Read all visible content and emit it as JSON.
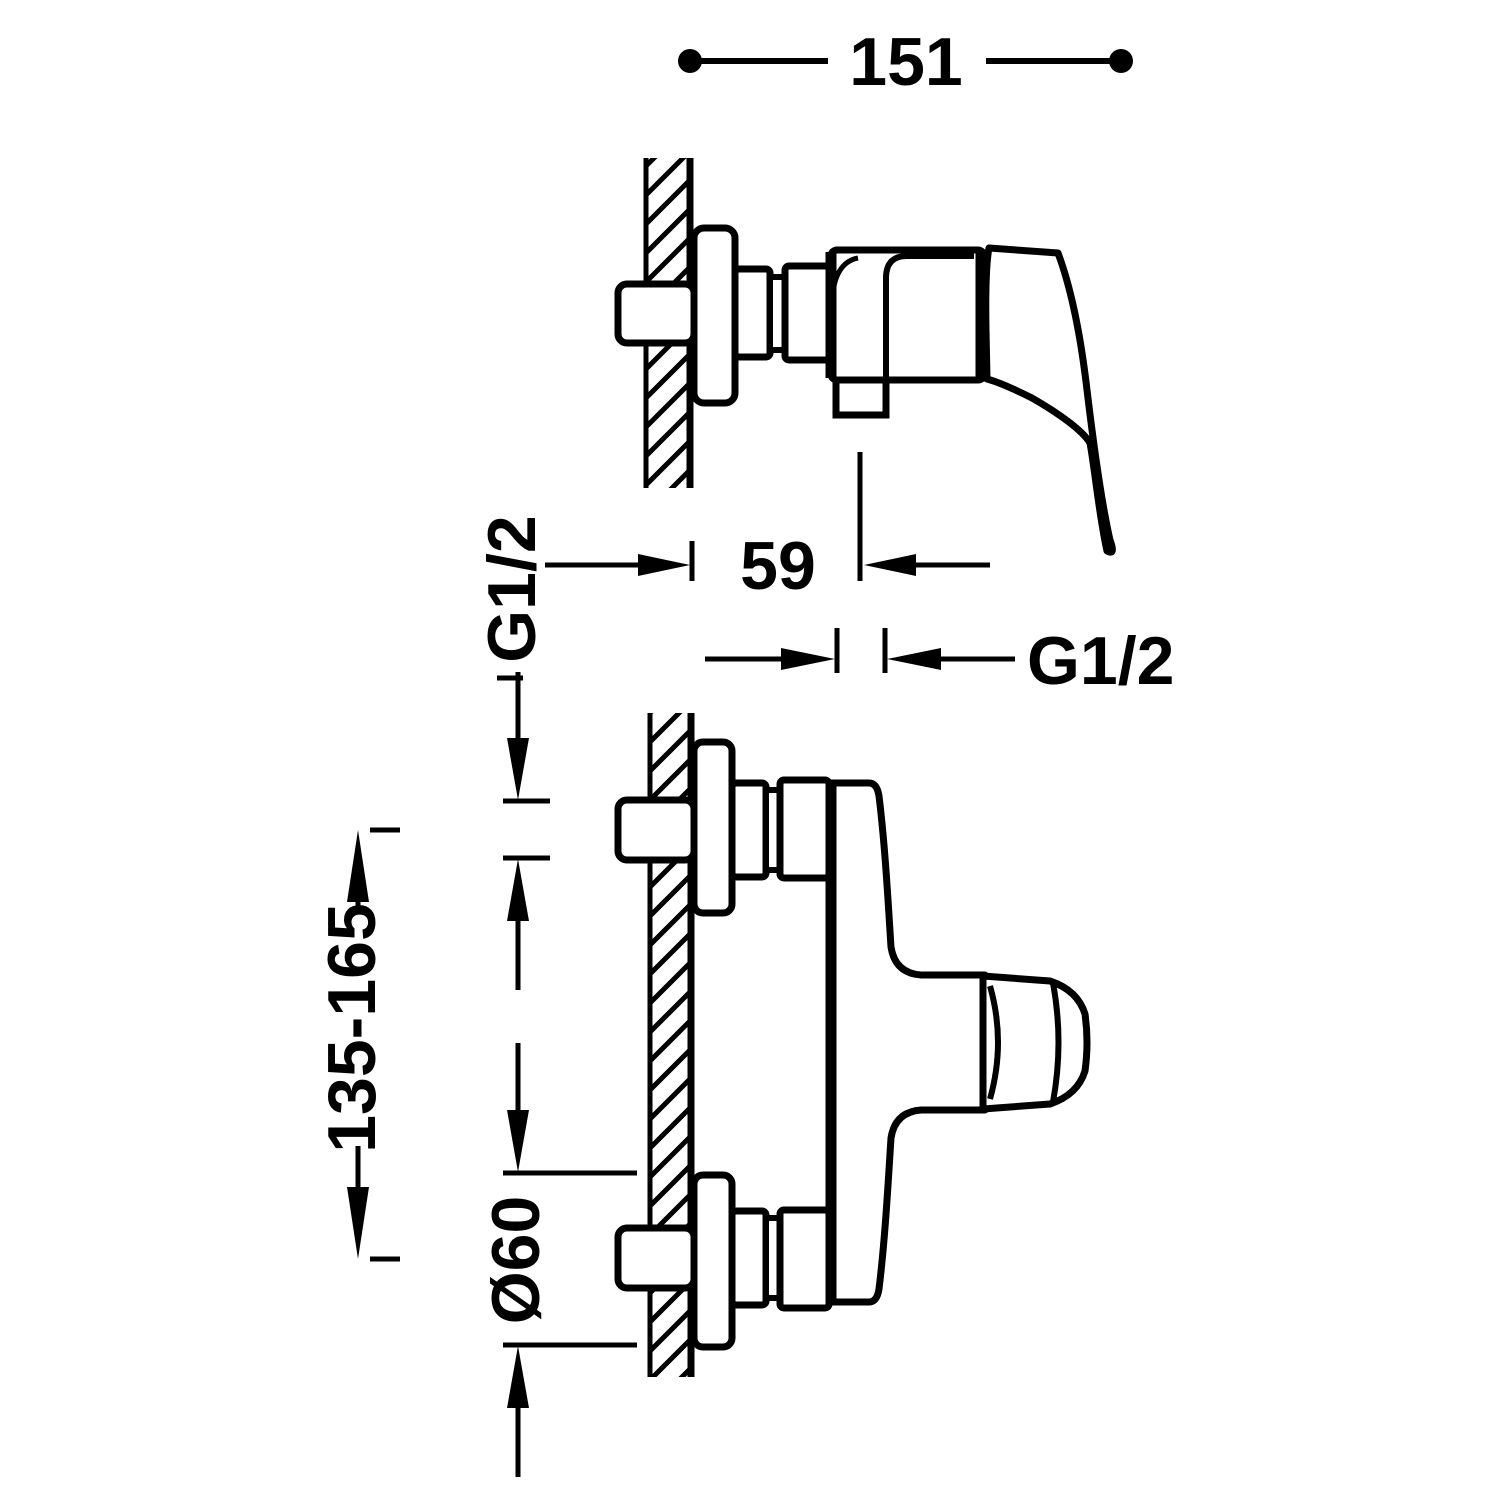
{
  "drawing": {
    "title": "shower-mixer-installation-dimensions",
    "type": "technical line drawing, two orthographic views of a wall-mounted single-lever shower mixer",
    "ink_color": "#000000",
    "background_color": "#ffffff"
  },
  "labels": {
    "overall_depth": "151",
    "wall_to_outlet_center": "59",
    "outlet_thread": "G1/2",
    "supply_thread": "G1/2",
    "inlet_center_distance": "135-165",
    "rosette_diameter": "Ø60"
  }
}
